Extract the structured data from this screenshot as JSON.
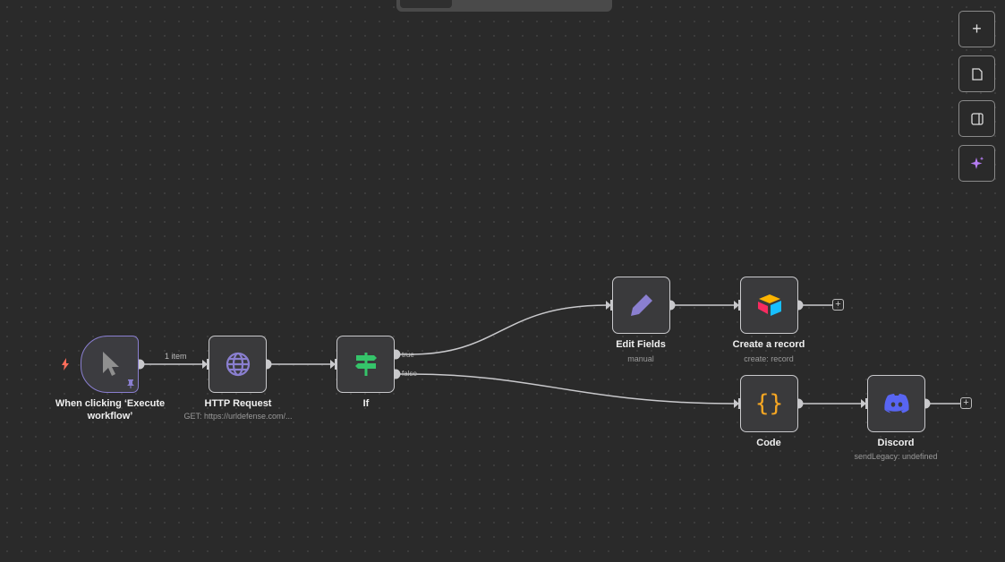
{
  "toolbar_right": {
    "buttons": [
      "add-node",
      "sticky-note",
      "toggle-panel",
      "ai-assistant"
    ]
  },
  "nodes": [
    {
      "title": "When clicking ‘Execute workflow’",
      "subtitle": ""
    },
    {
      "title": "HTTP Request",
      "subtitle": "GET: https://urldefense.com/..."
    },
    {
      "title": "If",
      "subtitle": ""
    },
    {
      "title": "Edit Fields",
      "subtitle": "manual"
    },
    {
      "title": "Create a record",
      "subtitle": "create: record"
    },
    {
      "title": "Code",
      "subtitle": ""
    },
    {
      "title": "Discord",
      "subtitle": "sendLegacy: undefined"
    }
  ],
  "connections": {
    "item_count": "1 item",
    "if_true": "true",
    "if_false": "false"
  },
  "plus_label": "+",
  "colors": {
    "accent": "#8a7fd0",
    "trigger": "#ff6d5a",
    "if": "#35c46a",
    "code": "#f5a623",
    "discord": "#5865f2"
  }
}
